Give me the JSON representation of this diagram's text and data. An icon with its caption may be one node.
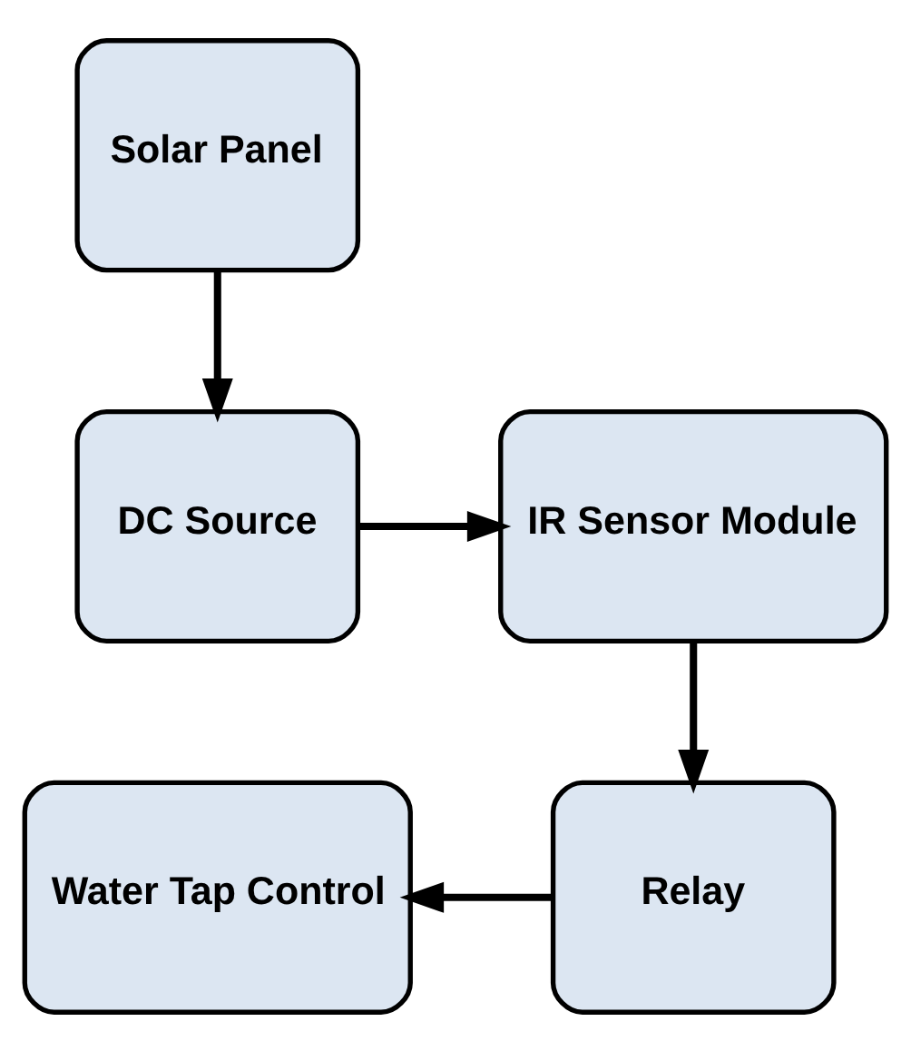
{
  "diagram": {
    "nodes": [
      {
        "text": [
          "Solar Panel"
        ]
      },
      {
        "text": [
          "DC Source"
        ]
      },
      {
        "text": [
          "IR Sensor Module"
        ]
      },
      {
        "text": [
          "Relay"
        ]
      },
      {
        "text": [
          "Water Tap Control"
        ]
      }
    ],
    "edges": [
      {
        "from": 0,
        "to": 1,
        "arrow": "to"
      },
      {
        "from": 1,
        "to": 2,
        "arrow": "to"
      },
      {
        "from": 2,
        "to": 3,
        "arrow": "to"
      },
      {
        "from": 3,
        "to": 4,
        "arrow": "to"
      }
    ]
  }
}
